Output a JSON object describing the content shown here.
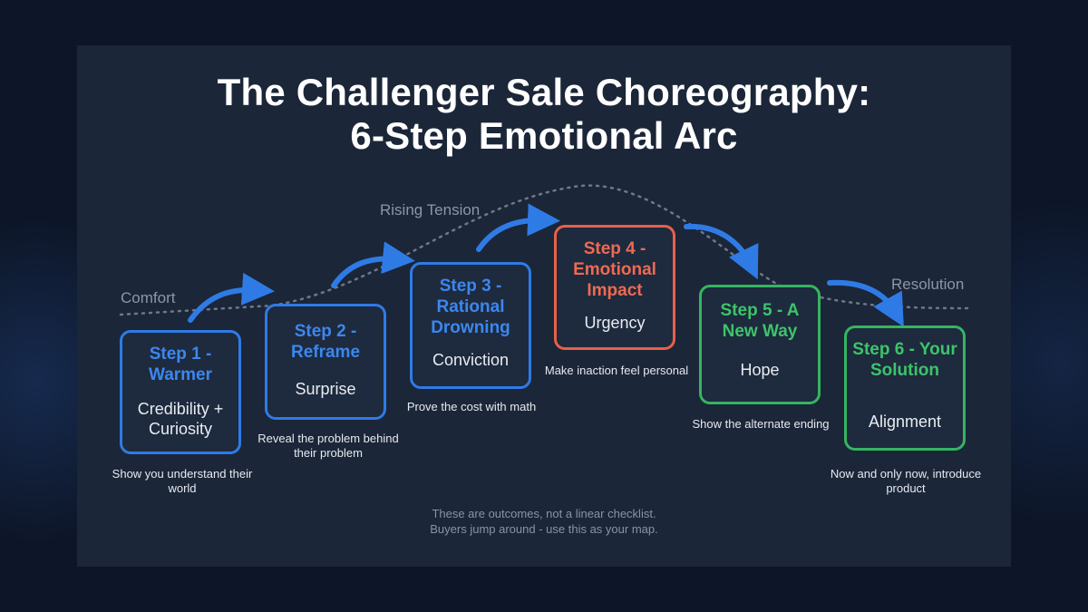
{
  "title": {
    "line1": "The Challenger Sale Choreography:",
    "line2": "6-Step Emotional Arc"
  },
  "phases": {
    "comfort": "Comfort",
    "rising": "Rising Tension",
    "resolution": "Resolution"
  },
  "steps": [
    {
      "label": "Step 1 - Warmer",
      "emotion": "Credibility + Curiosity",
      "caption": "Show you understand their world",
      "color": "#2f7be6"
    },
    {
      "label": "Step 2 - Reframe",
      "emotion": "Surprise",
      "caption": "Reveal the problem behind their problem",
      "color": "#2f7be6"
    },
    {
      "label": "Step 3 - Rational Drowning",
      "emotion": "Conviction",
      "caption": "Prove the cost with math",
      "color": "#2f7be6"
    },
    {
      "label": "Step 4 - Emotional Impact",
      "emotion": "Urgency",
      "caption": "Make inaction feel personal",
      "color": "#e8604a"
    },
    {
      "label": "Step 5 - A New Way",
      "emotion": "Hope",
      "caption": "Show the alternate ending",
      "color": "#34b561"
    },
    {
      "label": "Step 6 - Your Solution",
      "emotion": "Alignment",
      "caption": "Now and only now, introduce product",
      "color": "#34b561"
    }
  ],
  "footnote": {
    "line1": "These are outcomes, not a linear checklist.",
    "line2": "Buyers jump around - use this as your map."
  },
  "colors": {
    "background": "#0d1628",
    "panel": "#1b2638",
    "blue": "#2f7be6",
    "red": "#e8604a",
    "green": "#34b561",
    "arrow": "#2f7be6"
  }
}
